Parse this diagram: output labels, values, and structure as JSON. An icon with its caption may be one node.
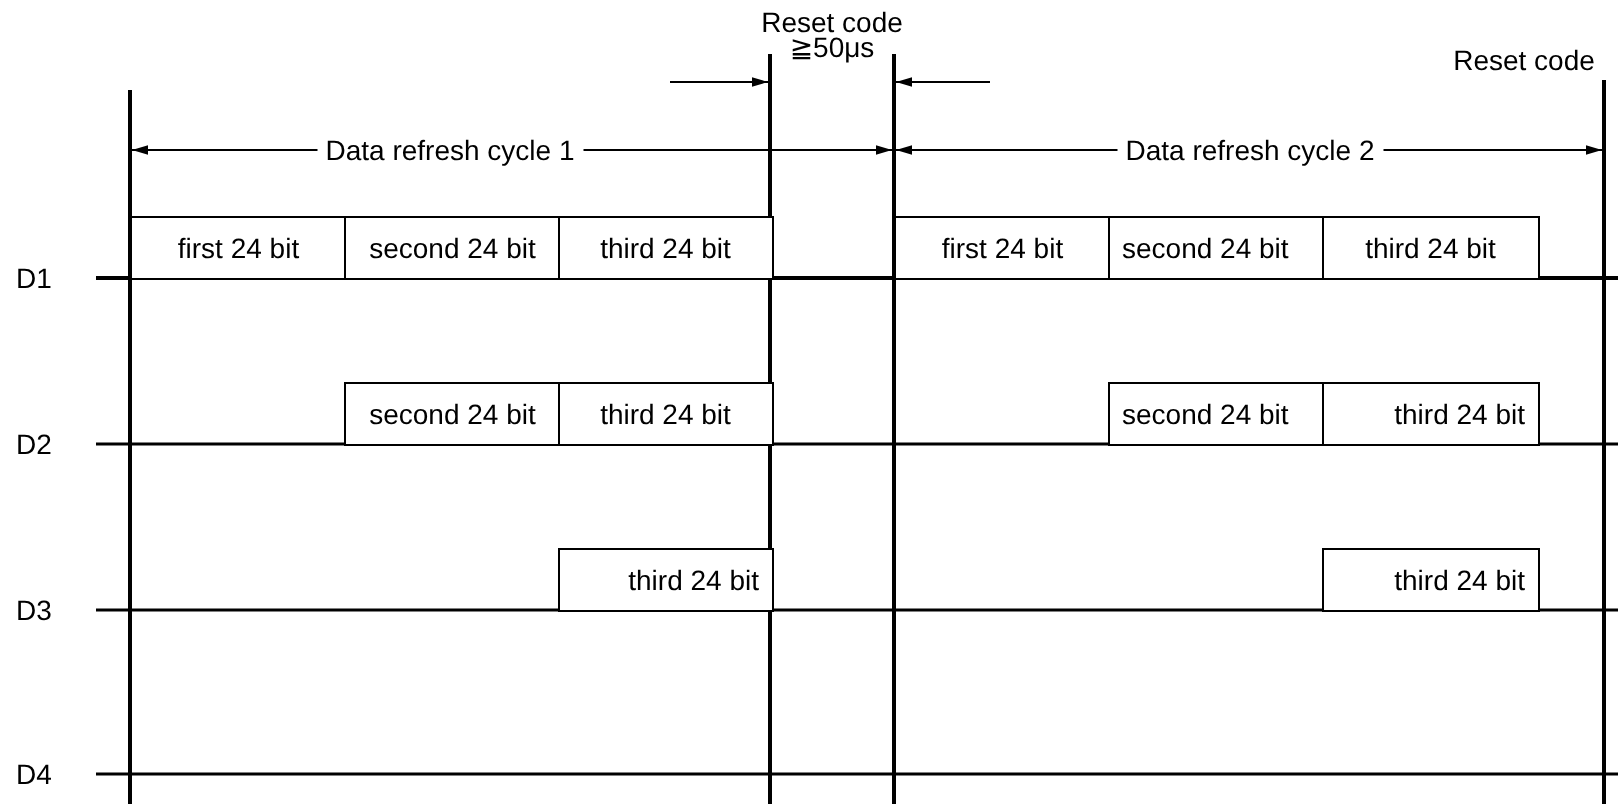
{
  "diagram": {
    "nodes": [
      {
        "text": [
          "first 24 bit"
        ]
      },
      {
        "text": [
          "second 24 bit"
        ]
      },
      {
        "text": [
          "third 24 bit"
        ]
      },
      {
        "text": [
          "first 24 bit"
        ]
      },
      {
        "text": [
          "second 24 bit"
        ]
      },
      {
        "text": [
          "third 24 bit"
        ]
      },
      {
        "text": [
          "second 24 bit"
        ]
      },
      {
        "text": [
          "third 24 bit"
        ]
      },
      {
        "text": [
          "second 24 bit"
        ]
      },
      {
        "text": [
          "third 24 bit"
        ]
      },
      {
        "text": [
          "third 24 bit"
        ]
      },
      {
        "text": [
          "third 24 bit"
        ]
      }
    ],
    "labels": [
      "Reset code",
      "≧50μs",
      "Reset code",
      "Data refresh cycle 1",
      "Data refresh cycle 2",
      "D1",
      "D2",
      "D3",
      "D4"
    ]
  }
}
